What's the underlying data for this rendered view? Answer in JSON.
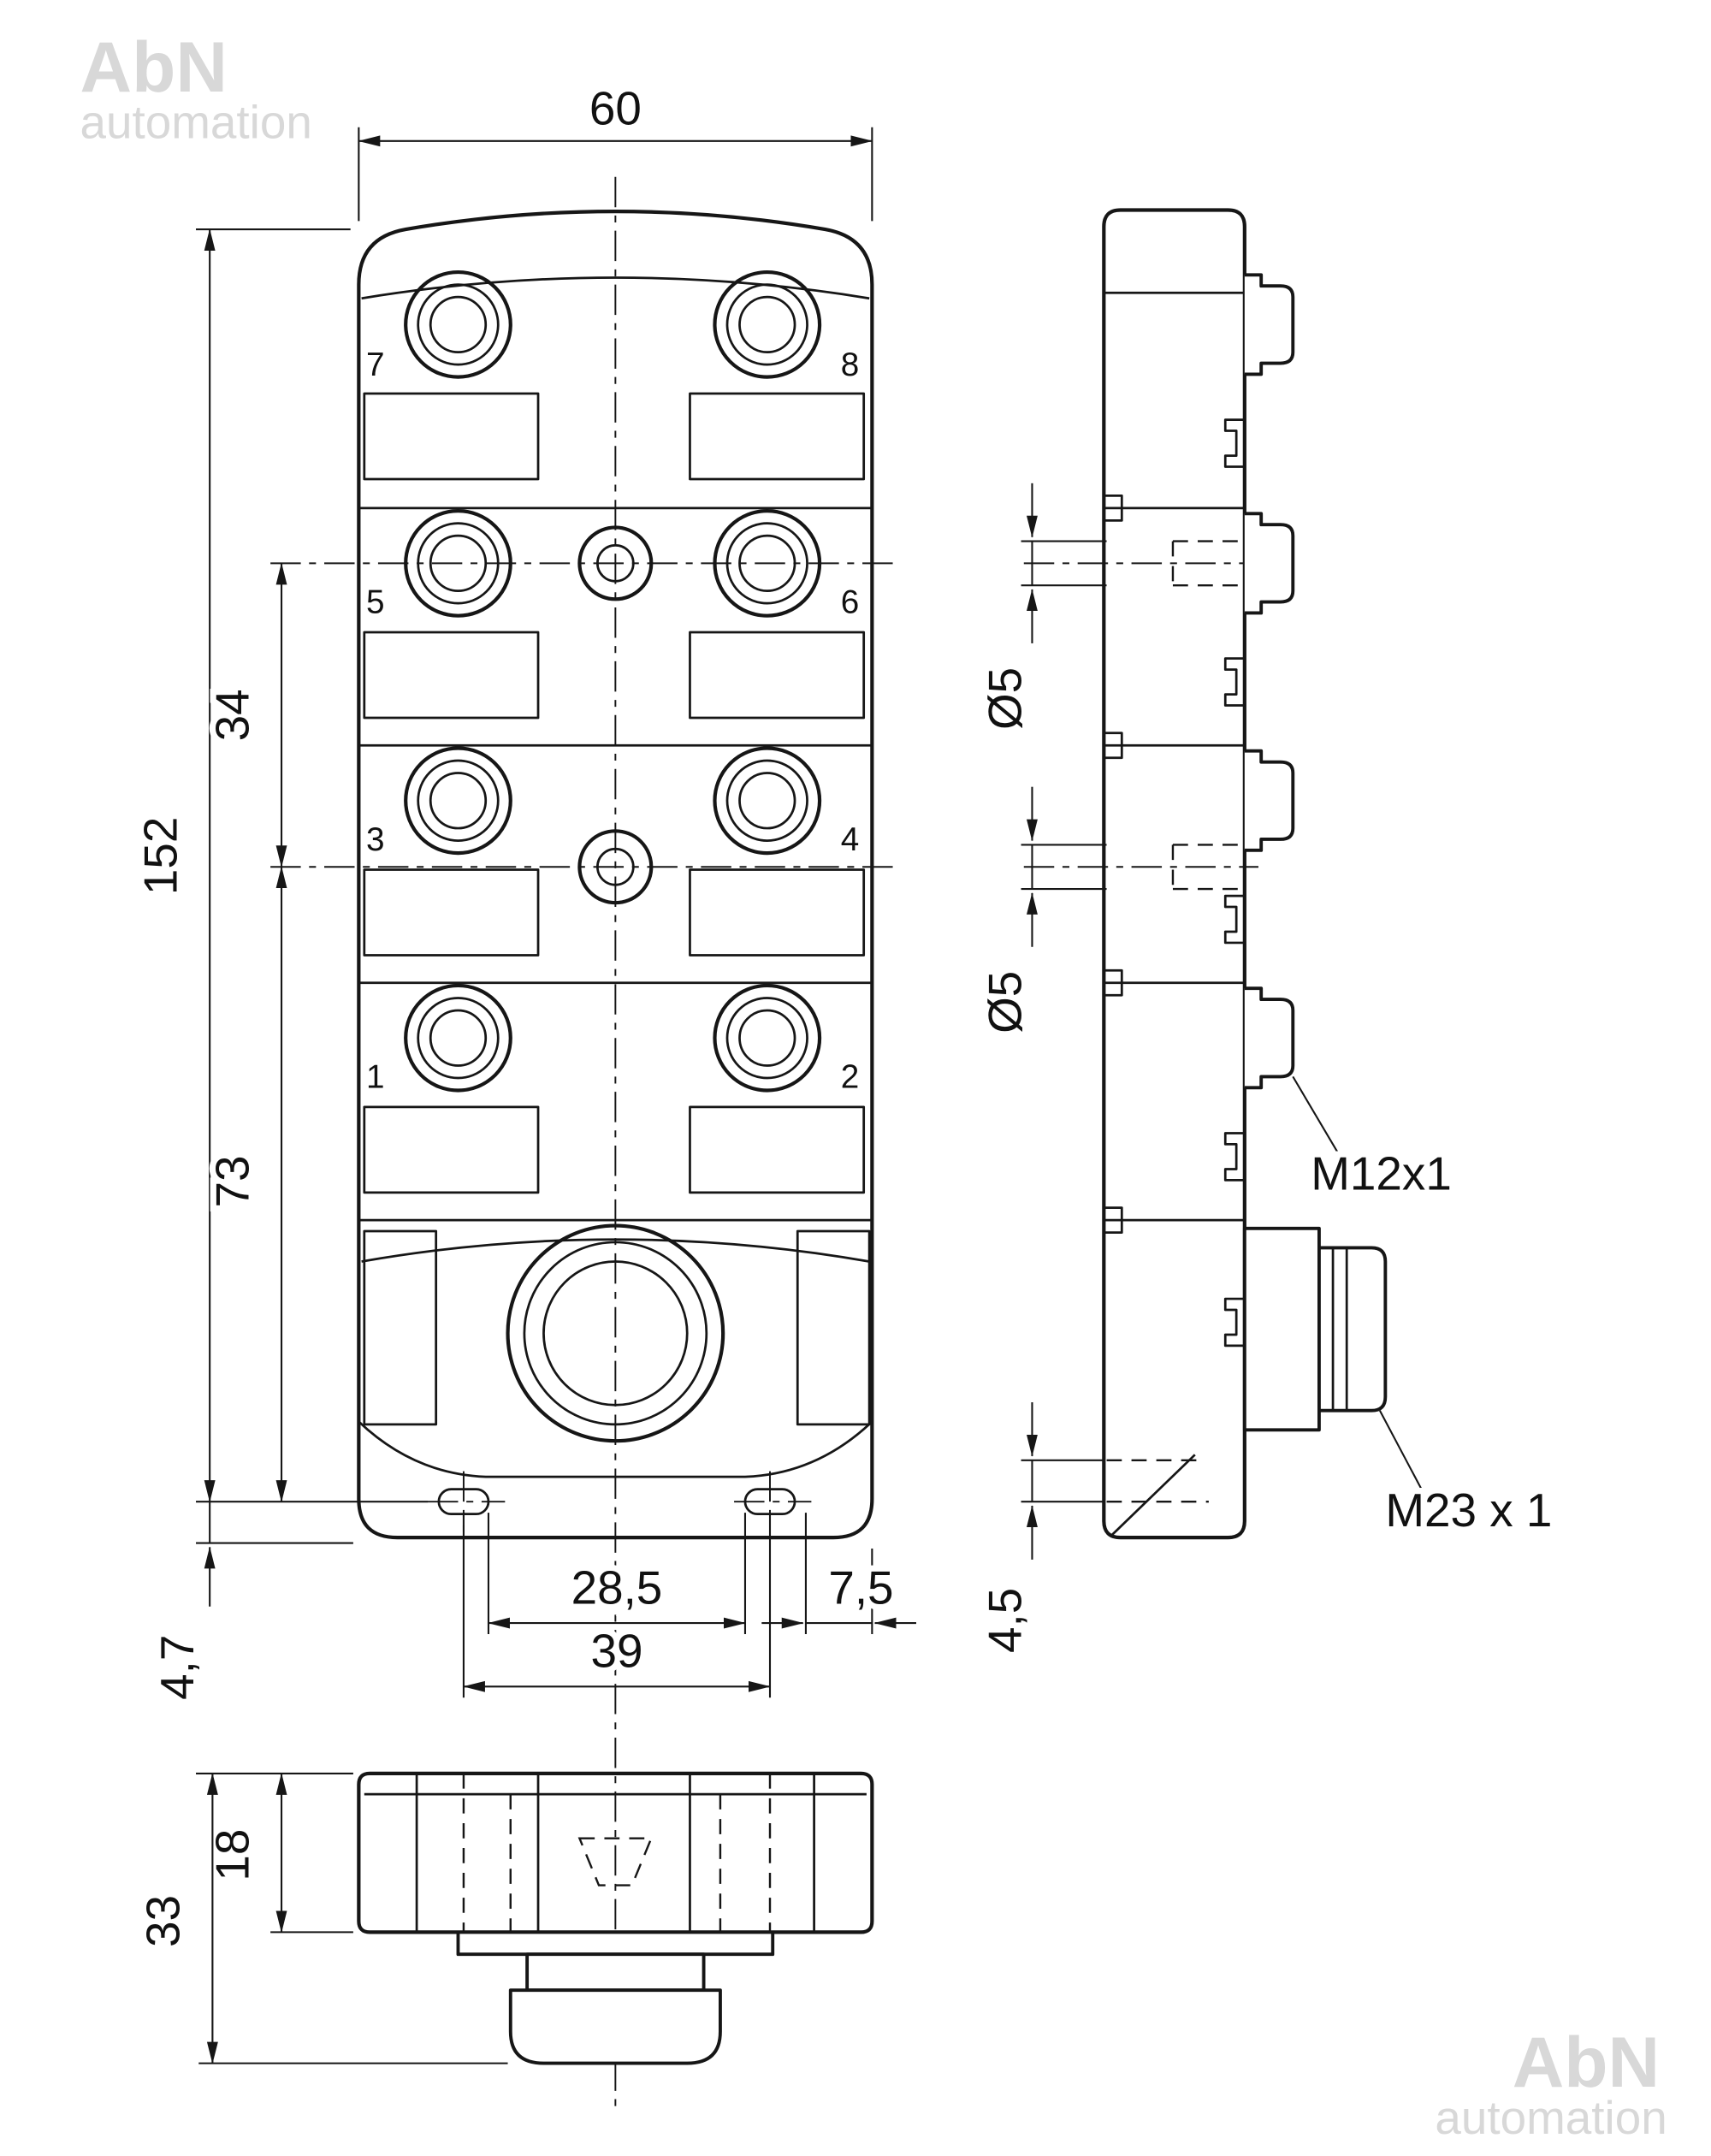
{
  "watermark": {
    "brand": "AbN",
    "sub": "automation"
  },
  "front_view": {
    "ports": [
      {
        "number": "7"
      },
      {
        "number": "8"
      },
      {
        "number": "5"
      },
      {
        "number": "6"
      },
      {
        "number": "3"
      },
      {
        "number": "4"
      },
      {
        "number": "1"
      },
      {
        "number": "2"
      }
    ],
    "dims": {
      "width": "60",
      "height": "152",
      "hole_spacing": "34",
      "hole_to_slot": "73",
      "slot_to_edge": "4,7",
      "slot_inner_span": "28,5",
      "slot_span": "39",
      "slot_side_offset": "7,5"
    }
  },
  "side_view": {
    "dims": {
      "hole_dia_upper": "Ø5",
      "hole_dia_lower": "Ø5",
      "recess_depth": "4,5"
    },
    "labels": {
      "port_thread": "M12x1",
      "main_thread": "M23 x 1"
    }
  },
  "bottom_view": {
    "dims": {
      "body_depth": "18",
      "overall_depth": "33"
    }
  }
}
